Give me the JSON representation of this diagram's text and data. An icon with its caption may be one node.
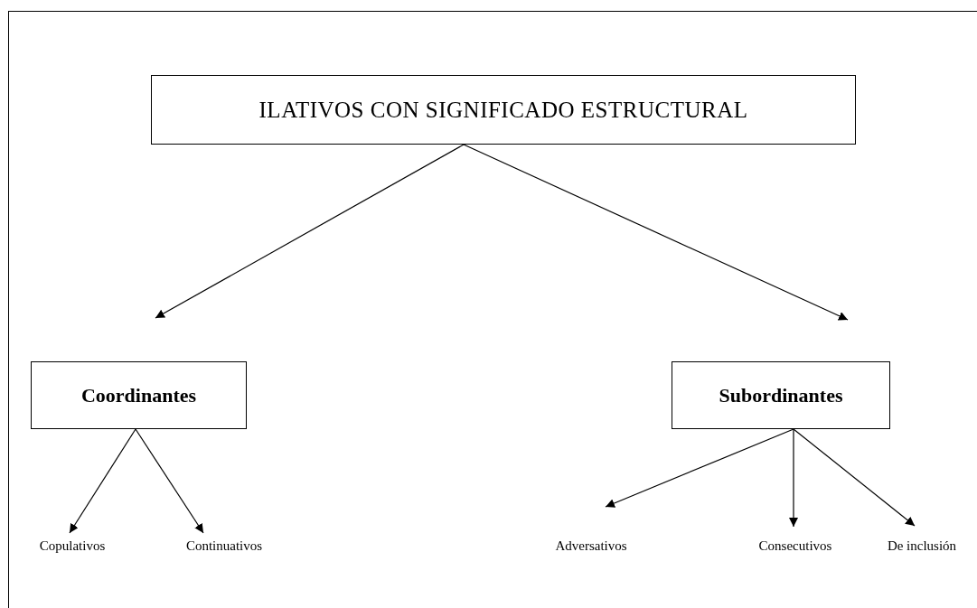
{
  "diagram": {
    "nodes": [
      {
        "text": [
          "ILATIVOS CON SIGNIFICADO ESTRUCTURAL"
        ]
      },
      {
        "text": [
          "Coordinantes"
        ]
      },
      {
        "text": [
          "Subordinantes"
        ]
      },
      {
        "text": [
          "Copulativos"
        ]
      },
      {
        "text": [
          "Continuativos"
        ]
      },
      {
        "text": [
          "Adversativos"
        ]
      },
      {
        "text": [
          "Consecutivos"
        ]
      },
      {
        "text": [
          "De inclusión"
        ]
      }
    ],
    "edges": [
      {
        "from": 0,
        "to": 1,
        "arrow": "to"
      },
      {
        "from": 0,
        "to": 2,
        "arrow": "to"
      },
      {
        "from": 1,
        "to": 3,
        "arrow": "to"
      },
      {
        "from": 1,
        "to": 4,
        "arrow": "to"
      },
      {
        "from": 2,
        "to": 5,
        "arrow": "to"
      },
      {
        "from": 2,
        "to": 6,
        "arrow": "to"
      },
      {
        "from": 2,
        "to": 7,
        "arrow": "to"
      }
    ]
  }
}
